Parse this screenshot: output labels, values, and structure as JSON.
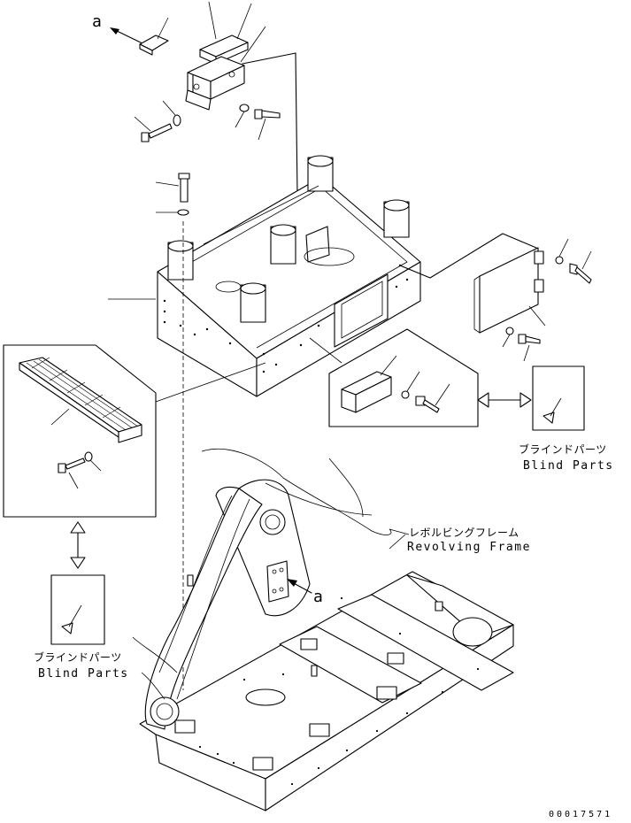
{
  "diagram": {
    "callout_letter_top": "a",
    "callout_letter_frame": "a",
    "blind_parts_right": {
      "jp": "ブラインドパーツ",
      "en": "Blind Parts"
    },
    "blind_parts_left": {
      "jp": "ブラインドパーツ",
      "en": "Blind Parts"
    },
    "revolving_frame": {
      "jp": "レボルビングフレーム",
      "en": "Revolving Frame"
    },
    "drawing_number": "00017571"
  },
  "colors": {
    "line": "#000000",
    "background": "#ffffff"
  }
}
